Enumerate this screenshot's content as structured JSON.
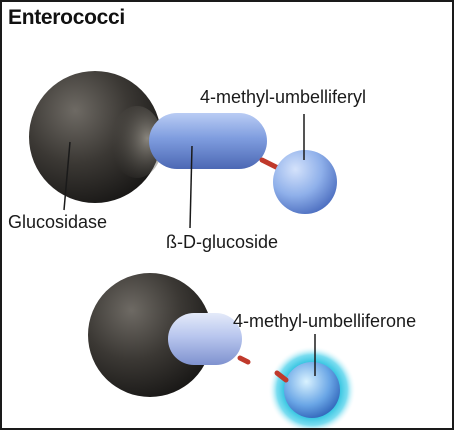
{
  "title": "Enterococci",
  "labels": {
    "enzyme": "Glucosidase",
    "sugar": "ß-D-glucoside",
    "substrate_moiety": "4-methyl-umbelliferyl",
    "product": "4-methyl-umbelliferone"
  },
  "colors": {
    "enzyme_sphere": "#3a3733",
    "glucoside": "#7f9ddf",
    "umbelliferyl": "#8fb0ea",
    "bond": "#c0392b",
    "fluorescence_glow": "#17b8d8"
  }
}
